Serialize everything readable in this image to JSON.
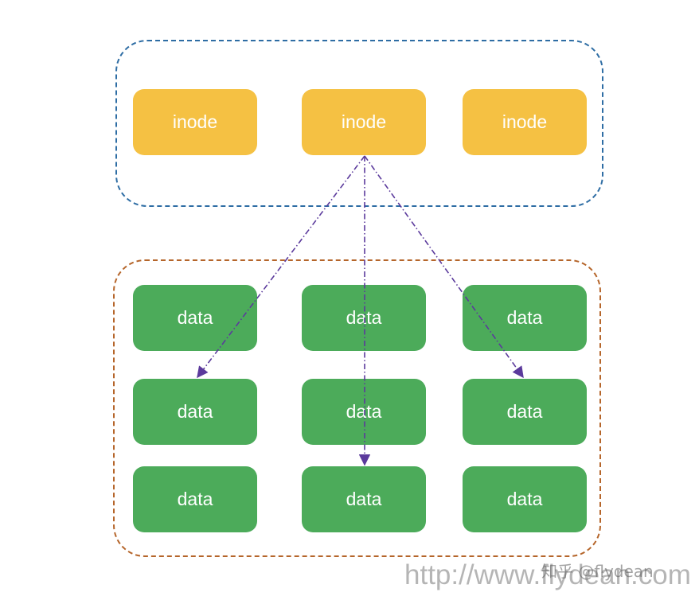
{
  "colors": {
    "inode_fill": "#f5c143",
    "data_fill": "#4cab5a",
    "inode_group_border": "#2e6da4",
    "data_group_border": "#b5652a",
    "arrow": "#5b3a9c",
    "label": "#ffffff"
  },
  "inodes": [
    {
      "label": "inode"
    },
    {
      "label": "inode"
    },
    {
      "label": "inode"
    }
  ],
  "data_blocks": [
    {
      "label": "data"
    },
    {
      "label": "data"
    },
    {
      "label": "data"
    },
    {
      "label": "data"
    },
    {
      "label": "data"
    },
    {
      "label": "data"
    },
    {
      "label": "data"
    },
    {
      "label": "data"
    },
    {
      "label": "data"
    }
  ],
  "pointers": [
    {
      "from": "inode-2",
      "to": "data-row2-col1"
    },
    {
      "from": "inode-2",
      "to": "data-row3-col2"
    },
    {
      "from": "inode-2",
      "to": "data-row2-col3"
    }
  ],
  "watermark": {
    "zhihu": "知乎 @flydean",
    "url": "http://www.flydean.com"
  }
}
